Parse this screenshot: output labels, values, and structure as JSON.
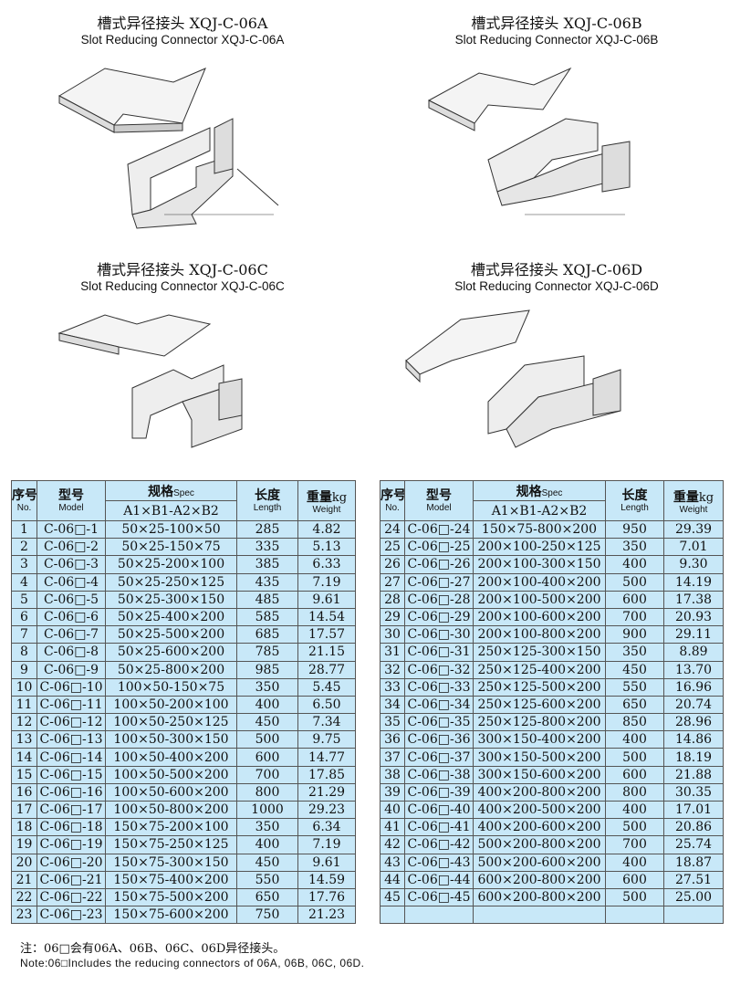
{
  "products": [
    {
      "cn": "槽式异径接头 XQJ-C-06A",
      "en": "Slot Reducing Connector  XQJ-C-06A"
    },
    {
      "cn": "槽式异径接头 XQJ-C-06B",
      "en": "Slot Reducing Connector  XQJ-C-06B"
    },
    {
      "cn": "槽式异径接头 XQJ-C-06C",
      "en": "Slot Reducing Connector  XQJ-C-06C"
    },
    {
      "cn": "槽式异径接头 XQJ-C-06D",
      "en": "Slot Reducing Connector  XQJ-C-06D"
    }
  ],
  "headers": {
    "no_cn": "序号",
    "no_en": "No.",
    "model_cn": "型号",
    "model_en": "Model",
    "spec_cn": "规格",
    "spec_en": "Spec",
    "spec_sub": "A1×B1-A2×B2",
    "len_cn": "长度",
    "len_en": "Length",
    "wt_cn": "重量",
    "wt_unit": "kg",
    "wt_en": "Weight"
  },
  "table_left": [
    [
      "1",
      "C-06□-1",
      "50×25-100×50",
      "285",
      "4.82"
    ],
    [
      "2",
      "C-06□-2",
      "50×25-150×75",
      "335",
      "5.13"
    ],
    [
      "3",
      "C-06□-3",
      "50×25-200×100",
      "385",
      "6.33"
    ],
    [
      "4",
      "C-06□-4",
      "50×25-250×125",
      "435",
      "7.19"
    ],
    [
      "5",
      "C-06□-5",
      "50×25-300×150",
      "485",
      "9.61"
    ],
    [
      "6",
      "C-06□-6",
      "50×25-400×200",
      "585",
      "14.54"
    ],
    [
      "7",
      "C-06□-7",
      "50×25-500×200",
      "685",
      "17.57"
    ],
    [
      "8",
      "C-06□-8",
      "50×25-600×200",
      "785",
      "21.15"
    ],
    [
      "9",
      "C-06□-9",
      "50×25-800×200",
      "985",
      "28.77"
    ],
    [
      "10",
      "C-06□-10",
      "100×50-150×75",
      "350",
      "5.45"
    ],
    [
      "11",
      "C-06□-11",
      "100×50-200×100",
      "400",
      "6.50"
    ],
    [
      "12",
      "C-06□-12",
      "100×50-250×125",
      "450",
      "7.34"
    ],
    [
      "13",
      "C-06□-13",
      "100×50-300×150",
      "500",
      "9.75"
    ],
    [
      "14",
      "C-06□-14",
      "100×50-400×200",
      "600",
      "14.77"
    ],
    [
      "15",
      "C-06□-15",
      "100×50-500×200",
      "700",
      "17.85"
    ],
    [
      "16",
      "C-06□-16",
      "100×50-600×200",
      "800",
      "21.29"
    ],
    [
      "17",
      "C-06□-17",
      "100×50-800×200",
      "1000",
      "29.23"
    ],
    [
      "18",
      "C-06□-18",
      "150×75-200×100",
      "350",
      "6.34"
    ],
    [
      "19",
      "C-06□-19",
      "150×75-250×125",
      "400",
      "7.19"
    ],
    [
      "20",
      "C-06□-20",
      "150×75-300×150",
      "450",
      "9.61"
    ],
    [
      "21",
      "C-06□-21",
      "150×75-400×200",
      "550",
      "14.59"
    ],
    [
      "22",
      "C-06□-22",
      "150×75-500×200",
      "650",
      "17.76"
    ],
    [
      "23",
      "C-06□-23",
      "150×75-600×200",
      "750",
      "21.23"
    ]
  ],
  "table_right": [
    [
      "24",
      "C-06□-24",
      "150×75-800×200",
      "950",
      "29.39"
    ],
    [
      "25",
      "C-06□-25",
      "200×100-250×125",
      "350",
      "7.01"
    ],
    [
      "26",
      "C-06□-26",
      "200×100-300×150",
      "400",
      "9.30"
    ],
    [
      "27",
      "C-06□-27",
      "200×100-400×200",
      "500",
      "14.19"
    ],
    [
      "28",
      "C-06□-28",
      "200×100-500×200",
      "600",
      "17.38"
    ],
    [
      "29",
      "C-06□-29",
      "200×100-600×200",
      "700",
      "20.93"
    ],
    [
      "30",
      "C-06□-30",
      "200×100-800×200",
      "900",
      "29.11"
    ],
    [
      "31",
      "C-06□-31",
      "250×125-300×150",
      "350",
      "8.89"
    ],
    [
      "32",
      "C-06□-32",
      "250×125-400×200",
      "450",
      "13.70"
    ],
    [
      "33",
      "C-06□-33",
      "250×125-500×200",
      "550",
      "16.96"
    ],
    [
      "34",
      "C-06□-34",
      "250×125-600×200",
      "650",
      "20.74"
    ],
    [
      "35",
      "C-06□-35",
      "250×125-800×200",
      "850",
      "28.96"
    ],
    [
      "36",
      "C-06□-36",
      "300×150-400×200",
      "400",
      "14.86"
    ],
    [
      "37",
      "C-06□-37",
      "300×150-500×200",
      "500",
      "18.19"
    ],
    [
      "38",
      "C-06□-38",
      "300×150-600×200",
      "600",
      "21.88"
    ],
    [
      "39",
      "C-06□-39",
      "400×200-800×200",
      "800",
      "30.35"
    ],
    [
      "40",
      "C-06□-40",
      "400×200-500×200",
      "400",
      "17.01"
    ],
    [
      "41",
      "C-06□-41",
      "400×200-600×200",
      "500",
      "20.86"
    ],
    [
      "42",
      "C-06□-42",
      "500×200-800×200",
      "700",
      "25.74"
    ],
    [
      "43",
      "C-06□-43",
      "500×200-600×200",
      "400",
      "18.87"
    ],
    [
      "44",
      "C-06□-44",
      "600×200-800×200",
      "600",
      "27.51"
    ],
    [
      "45",
      "C-06□-45",
      "600×200-800×200",
      "500",
      "25.00"
    ],
    [
      "",
      "",
      "",
      "",
      ""
    ]
  ],
  "note_cn": "注：06□会有06A、06B、06C、06D异径接头。",
  "note_en": "Note:06□Includes the reducing connectors of 06A, 06B, 06C, 06D."
}
